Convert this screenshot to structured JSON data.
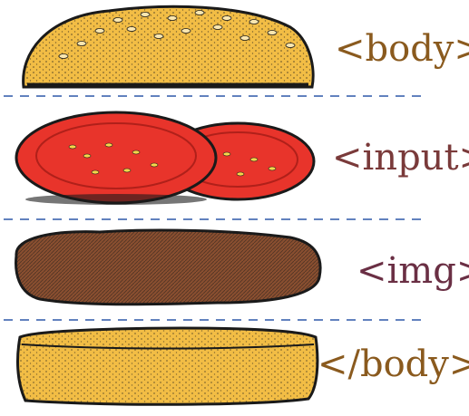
{
  "layers": [
    {
      "label": "<body>",
      "food": "top-bun",
      "label_color": "#8a5a1e"
    },
    {
      "label": "<input>",
      "food": "tomato",
      "label_color": "#7a3a3a"
    },
    {
      "label": "<img>",
      "food": "patty",
      "label_color": "#6a2f44"
    },
    {
      "label": "</body>",
      "food": "bottom-bun",
      "label_color": "#8a5a1e"
    }
  ],
  "colors": {
    "bun": "#f2bd45",
    "bun_outline": "#1a1a1a",
    "tomato": "#e8342b",
    "tomato_seed": "#f6d64a",
    "patty": "#8a4f30",
    "divider": "#2f58a8"
  }
}
